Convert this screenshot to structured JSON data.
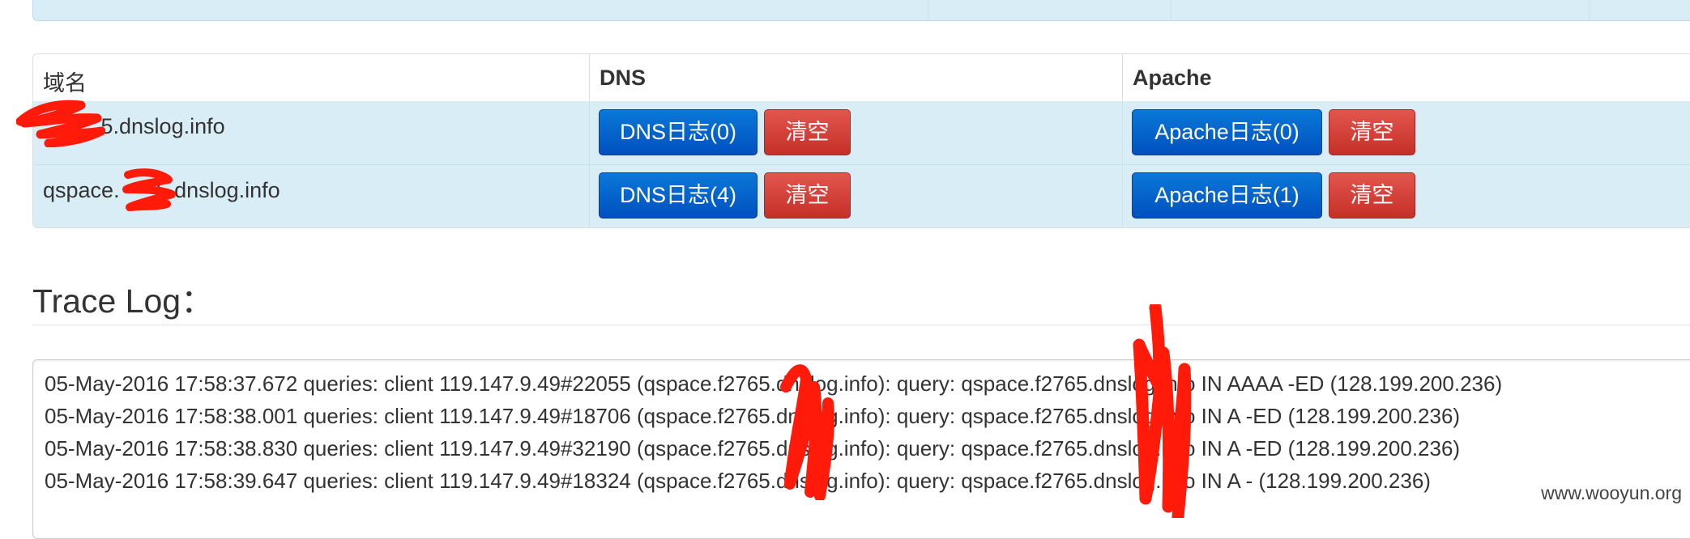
{
  "table": {
    "headers": {
      "domain": "域名",
      "dns": "DNS",
      "apache": "Apache"
    },
    "rows": [
      {
        "domain": ".5.dnslog.info",
        "dns_button": "DNS日志(0)",
        "dns_clear": "清空",
        "apache_button": "Apache日志(0)",
        "apache_clear": "清空"
      },
      {
        "domain": "qspace.      5.dnslog.info",
        "dns_button": "DNS日志(4)",
        "dns_clear": "清空",
        "apache_button": "Apache日志(1)",
        "apache_clear": "清空"
      }
    ]
  },
  "trace": {
    "title": "Trace Log：",
    "lines": [
      "05-May-2016 17:58:37.672 queries: client 119.147.9.49#22055 (qspace.f2765.dnslog.info): query: qspace.f2765.dnslog.info IN AAAA -ED (128.199.200.236)",
      "05-May-2016 17:58:38.001 queries: client 119.147.9.49#18706 (qspace.f2765.dnslog.info): query: qspace.f2765.dnslog.info IN A -ED (128.199.200.236)",
      "05-May-2016 17:58:38.830 queries: client 119.147.9.49#32190 (qspace.f2765.dnslog.info): query: qspace.f2765.dnslog.info IN A -ED (128.199.200.236)",
      "05-May-2016 17:58:39.647 queries: client 119.147.9.49#18324 (qspace.f2765.dnslog.info): query: qspace.f2765.dnslog.info IN A - (128.199.200.236)"
    ]
  },
  "watermark": "www.wooyun.org",
  "colors": {
    "row_bg": "#d9edf7",
    "primary": "#0062cc",
    "danger": "#d43f3a",
    "redaction": "#ff1a0a"
  }
}
